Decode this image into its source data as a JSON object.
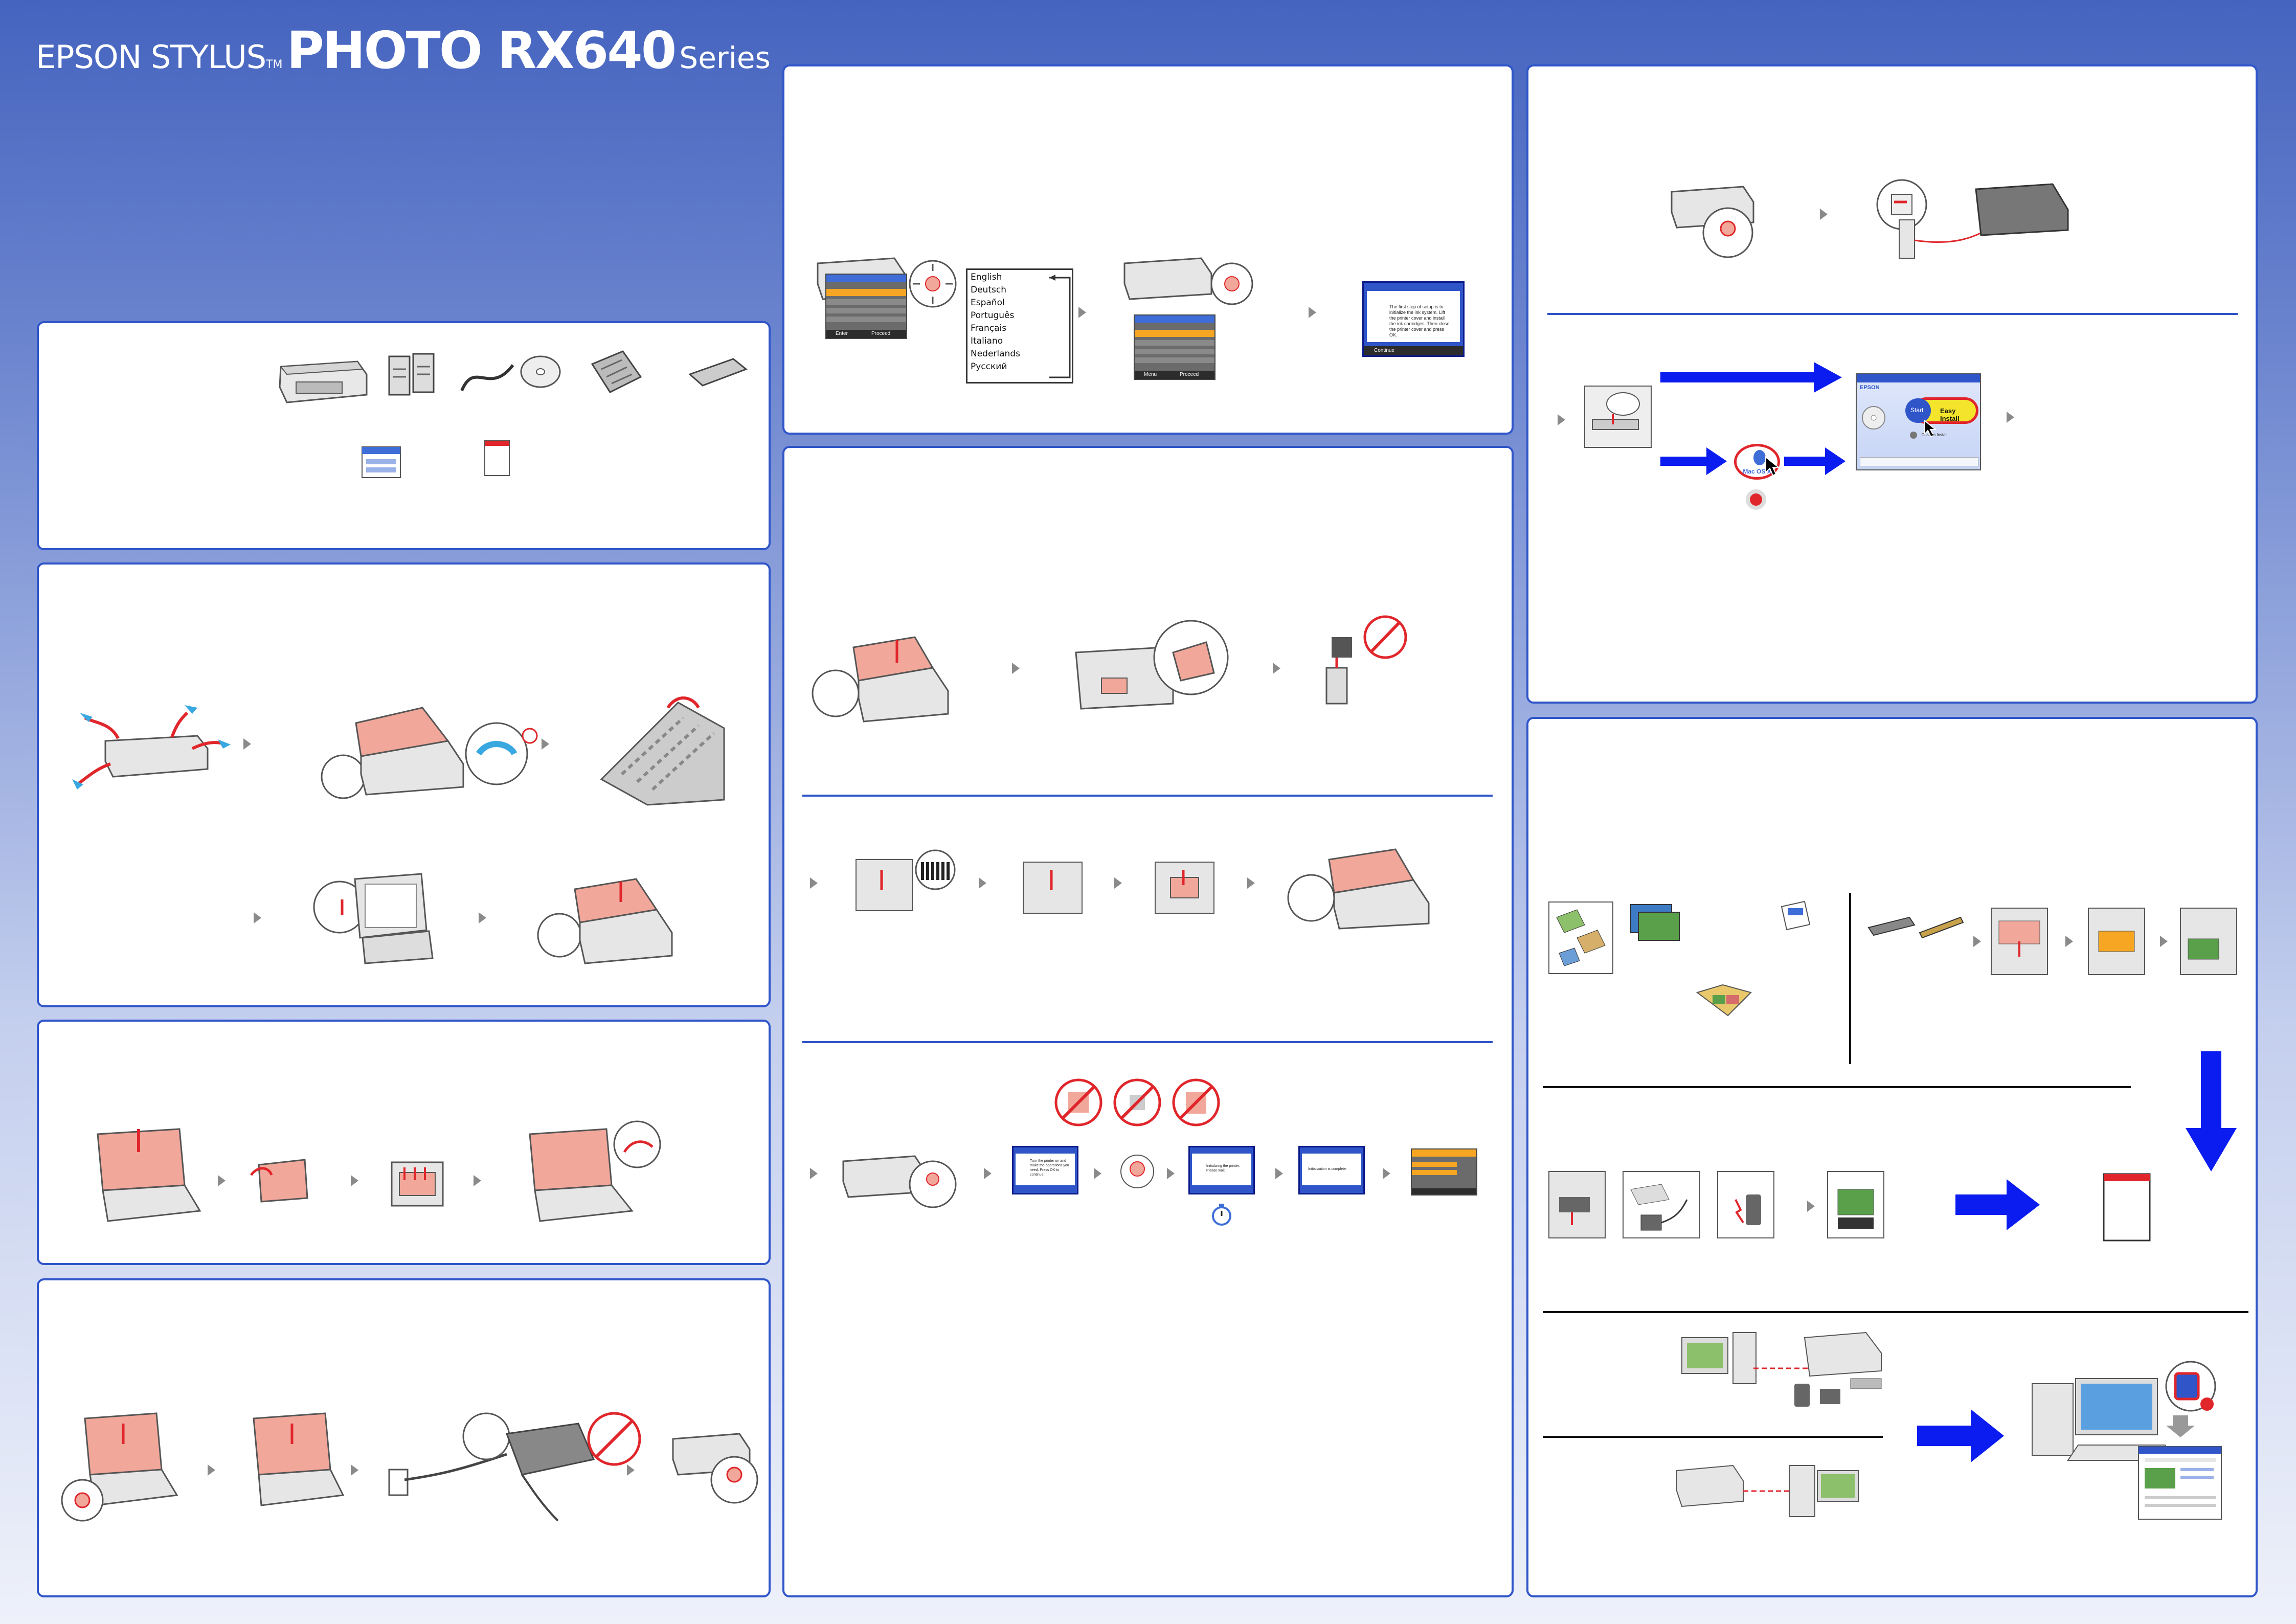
{
  "header": {
    "brand": "EPSON STYLUS",
    "tm": "TM",
    "model": "PHOTO RX640",
    "series": "Series"
  },
  "colors": {
    "panel_border": "#2f55c9",
    "blue_arrow": "#0a1cf0",
    "highlight_red": "#e0262b",
    "lid_pink": "#f1a79a",
    "step_arrow": "#8a8a8a"
  },
  "language_setup": {
    "languages": [
      "English",
      "Deutsch",
      "Español",
      "Português",
      "Français",
      "Italiano",
      "Nederlands",
      "Русский"
    ],
    "menu_highlight": "English",
    "lcd_footer_left": "Enter",
    "lcd_footer_right": "Proceed",
    "lcd2_footer_left": "Menu",
    "lcd2_footer_right": "Proceed",
    "dialog_text": "The first step of setup is to initialize the ink system. Lift the printer cover and install the ink cartridges. Then close the printer cover and press OK.",
    "dialog_button": "Continue"
  },
  "ink_charging": {
    "screen1_text": "Turn the printer on and make the operations you need. Press OK to continue.",
    "screen2_text": "Initializing the printer. Please wait.",
    "screen3_text": "Initialization is complete."
  },
  "software": {
    "easy_install": "Easy Install",
    "start_label": "Start",
    "custom_install": "Custom Install",
    "mac_label": "Mac OS X",
    "epson_logo": "EPSON"
  },
  "icons": {
    "step_arrow": "chevron-right-icon",
    "big_arrow": "blue-arrow-icon",
    "timer": "stopwatch-icon",
    "no_touch": "prohibited-icon"
  }
}
